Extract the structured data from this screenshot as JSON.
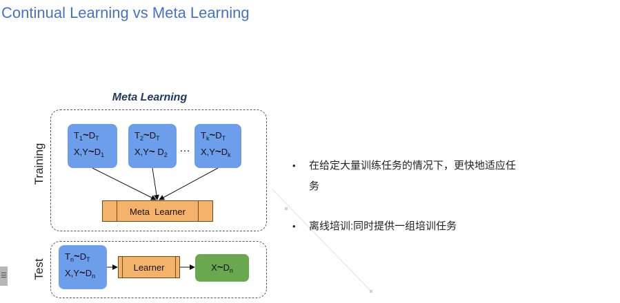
{
  "slide": {
    "title": "Continual Learning vs Meta Learning"
  },
  "diagram": {
    "title": "Meta Learning",
    "training_label": "Training",
    "test_label": "Test",
    "tasks": [
      {
        "t": "T",
        "t_sub": "1",
        "dist": "D",
        "dist_sub": "T",
        "xy": "X,Y",
        "d": "D",
        "d_sub": "1"
      },
      {
        "t": "T",
        "t_sub": "2",
        "dist": "D",
        "dist_sub": "T",
        "xy": "X,Y",
        "d": "D",
        "d_sub": "2"
      },
      {
        "t": "T",
        "t_sub": "k",
        "dist": "D",
        "dist_sub": "T",
        "xy": "X,Y",
        "d": "D",
        "d_sub": "k"
      }
    ],
    "ellipsis": "…",
    "meta_learner": "Meta  Learner",
    "test_task": {
      "t": "T",
      "t_sub": "n",
      "dist": "D",
      "dist_sub": "T",
      "xy": "X,Y",
      "d": "D",
      "d_sub": "n"
    },
    "learner": "Learner",
    "output": {
      "x": "X",
      "d": "D",
      "d_sub": "n"
    },
    "tilde": "~",
    "colors": {
      "task": "#6d9eeb",
      "learner": "#f5b26b",
      "output": "#6aa84f",
      "title": "#4472c4"
    }
  },
  "bullets": [
    {
      "marker": "•",
      "line1": "在给定大量训练任务的情况下，更快地适应任",
      "line2": "务"
    },
    {
      "marker": "•",
      "line1": "离线培训:同时提供一组培训任务",
      "line2": ""
    }
  ],
  "side_tab": {
    "icon": "menu-icon",
    "glyph": "☰"
  }
}
